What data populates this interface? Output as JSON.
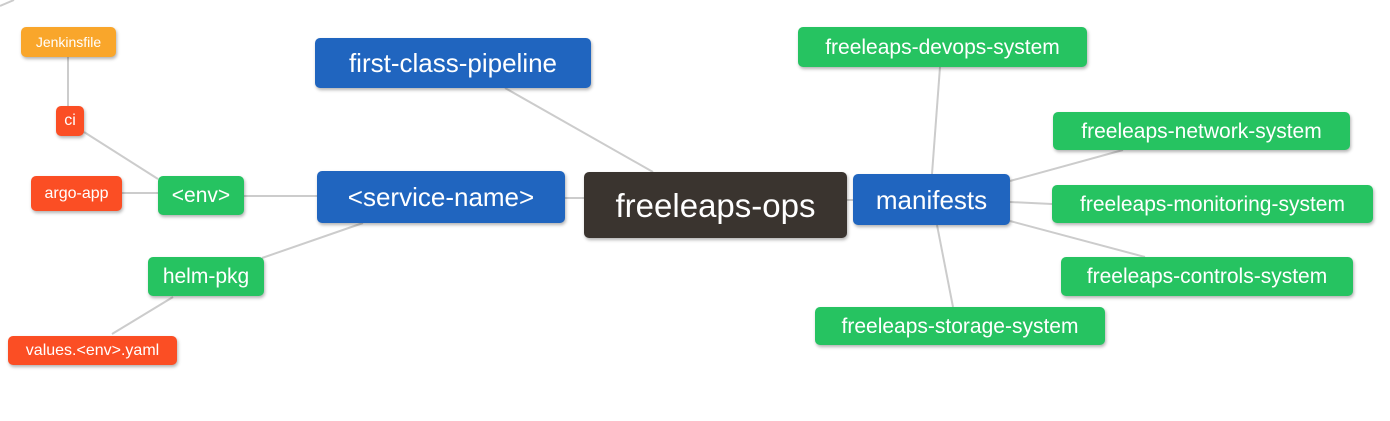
{
  "palette": {
    "blue": "#2065BF",
    "green": "#26C361",
    "orange": "#F9A62B",
    "red": "#FB4E24",
    "dark": "#3A342F",
    "edge": "#CCCCCC",
    "background": "#FFFFFF",
    "text": "#FFFFFF"
  },
  "nodes": {
    "jenkinsfile": {
      "label": "Jenkinsfile",
      "color": "orange"
    },
    "ci": {
      "label": "ci",
      "color": "red"
    },
    "argo_app": {
      "label": "argo-app",
      "color": "red"
    },
    "env": {
      "label": "<env>",
      "color": "green"
    },
    "helm_pkg": {
      "label": "helm-pkg",
      "color": "green"
    },
    "values_env_yaml": {
      "label": "values.<env>.yaml",
      "color": "red"
    },
    "first_class_pipeline": {
      "label": "first-class-pipeline",
      "color": "blue"
    },
    "service_name": {
      "label": "<service-name>",
      "color": "blue"
    },
    "freeleaps_ops": {
      "label": "freeleaps-ops",
      "color": "dark"
    },
    "manifests": {
      "label": "manifests",
      "color": "blue"
    },
    "devops_system": {
      "label": "freeleaps-devops-system",
      "color": "green"
    },
    "network_system": {
      "label": "freeleaps-network-system",
      "color": "green"
    },
    "monitoring_system": {
      "label": "freeleaps-monitoring-system",
      "color": "green"
    },
    "controls_system": {
      "label": "freeleaps-controls-system",
      "color": "green"
    },
    "storage_system": {
      "label": "freeleaps-storage-system",
      "color": "green"
    }
  }
}
